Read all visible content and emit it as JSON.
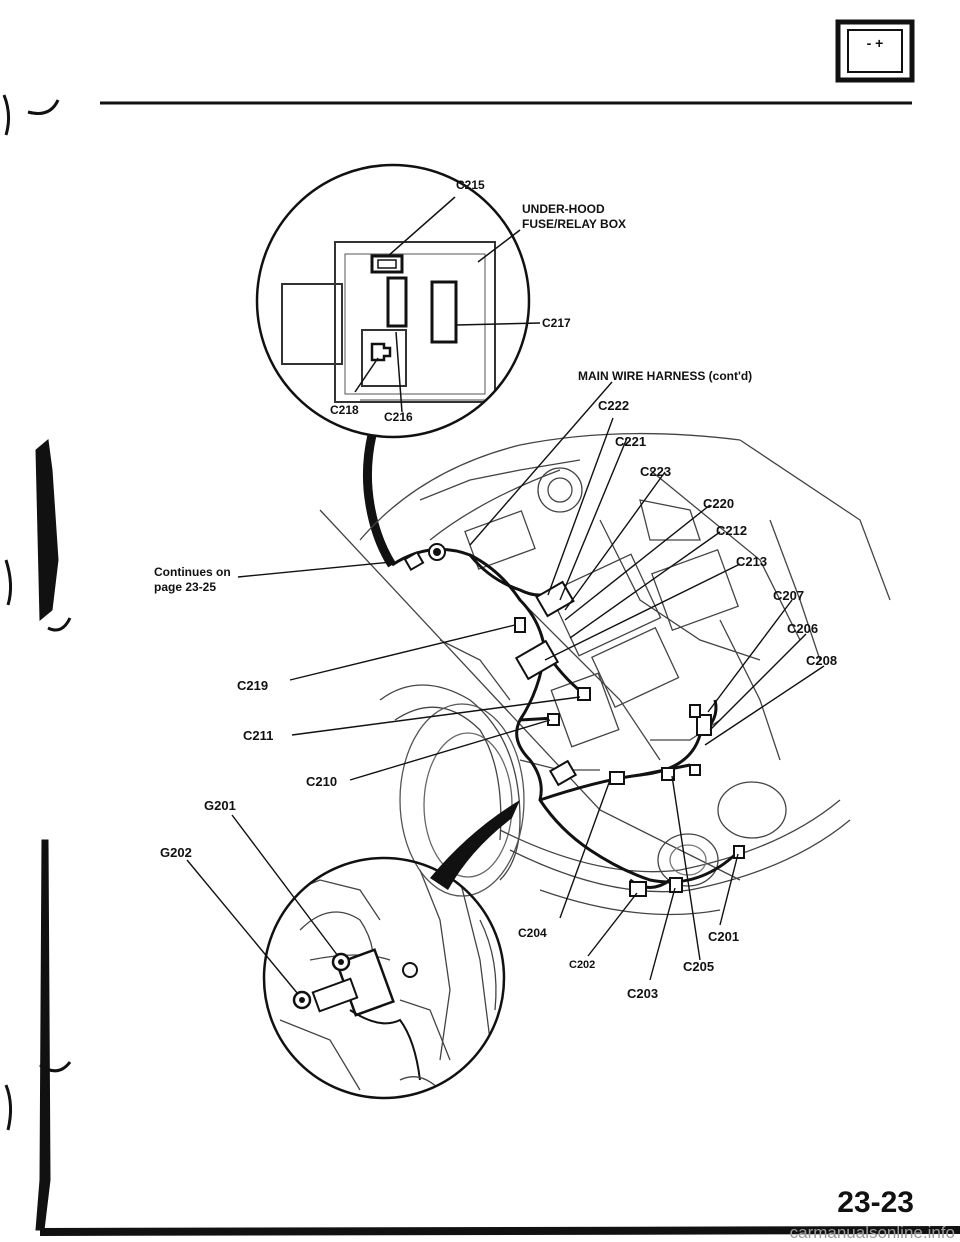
{
  "page": {
    "page_number": "23-23",
    "watermark": "carmanualsonline.info"
  },
  "header": {
    "battery_icon_symbols": "- +"
  },
  "inset_fuse_box": {
    "labels": {
      "c215": "C215",
      "box": [
        "UNDER-HOOD",
        "FUSE/RELAY BOX"
      ],
      "c217": "C217",
      "c218": "C218",
      "c216": "C216"
    }
  },
  "main_harness": {
    "title": "MAIN WIRE HARNESS (cont'd)",
    "continues": [
      "Continues on",
      "page 23-25"
    ],
    "connectors": {
      "c222": "C222",
      "c221": "C221",
      "c223": "C223",
      "c220": "C220",
      "c212": "C212",
      "c213": "C213",
      "c207": "C207",
      "c206": "C206",
      "c208": "C208",
      "c219": "C219",
      "c211": "C211",
      "c210": "C210",
      "c204": "C204",
      "c201": "C201",
      "c202": "C202",
      "c205": "C205",
      "c203": "C203"
    }
  },
  "ground_inset": {
    "labels": {
      "g201": "G201",
      "g202": "G202"
    }
  },
  "colors": {
    "ink": "#111111",
    "line_gray": "#555555",
    "watermark": "#9a9a9a"
  }
}
